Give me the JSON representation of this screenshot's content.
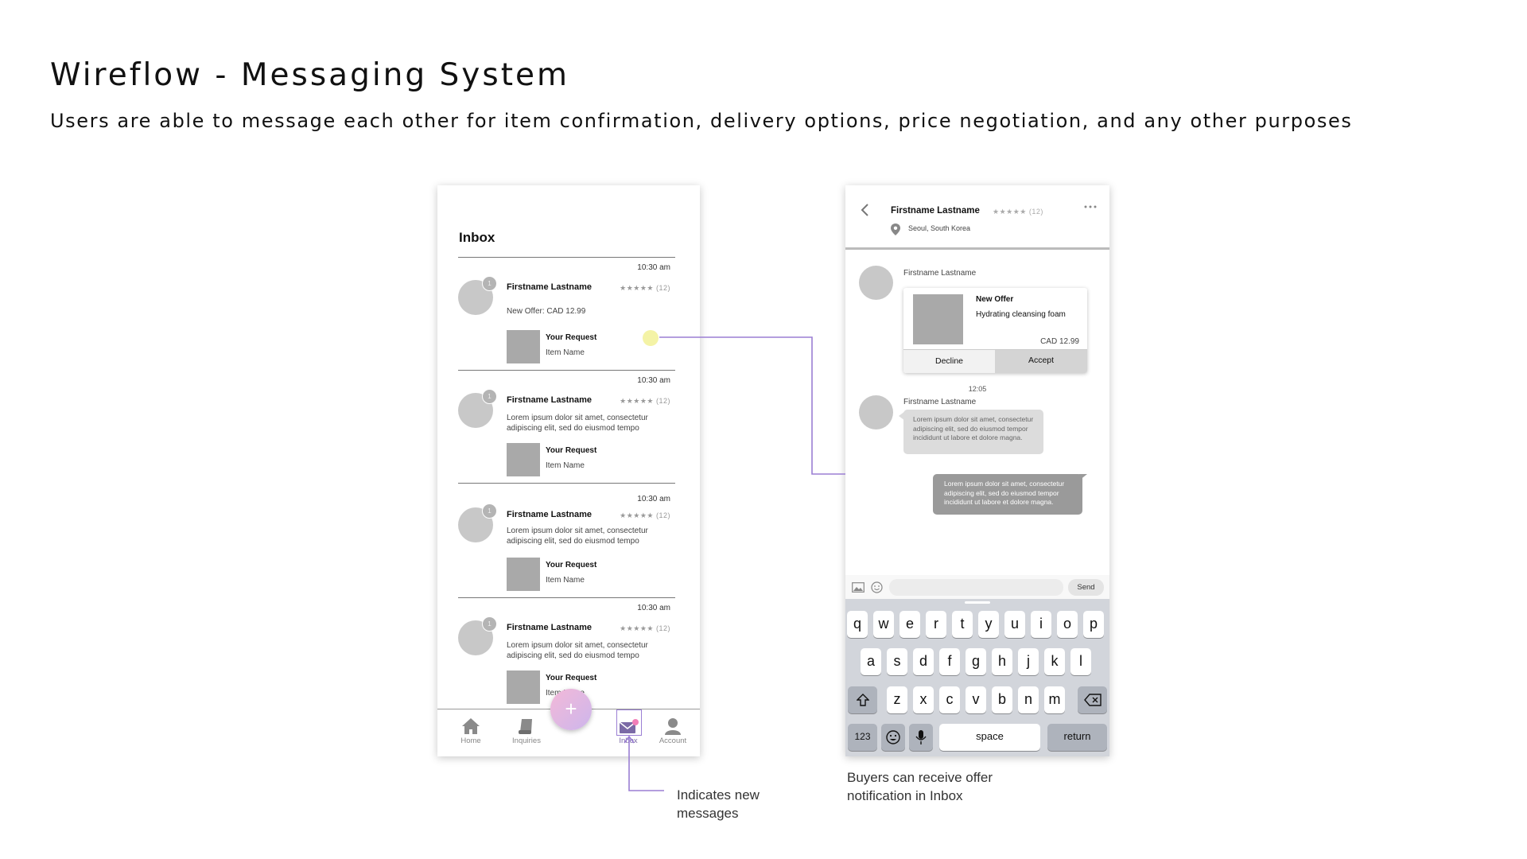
{
  "page": {
    "title": "Wireflow - Messaging System",
    "subtitle": "Users are able to message each other for item confirmation, delivery options, price negotiation, and any other purposes"
  },
  "colors": {
    "accent_line": "#9b7fd4",
    "highlight_dot": "#f4f3a6",
    "fab_gradient": [
      "#f3b9d8",
      "#cdb6ec"
    ]
  },
  "inbox": {
    "title": "Inbox",
    "messages": [
      {
        "time": "10:30 am",
        "badge": "1",
        "name": "Firstname Lastname",
        "rating": "★★★★★ (12)",
        "preview": "New Offer: CAD 12.99",
        "request_title": "Your Request",
        "request_item": "Item Name"
      },
      {
        "time": "10:30 am",
        "badge": "1",
        "name": "Firstname Lastname",
        "rating": "★★★★★ (12)",
        "preview": "Lorem ipsum dolor sit amet, consectetur adipiscing elit, sed do eiusmod tempo",
        "request_title": "Your Request",
        "request_item": "Item Name"
      },
      {
        "time": "10:30 am",
        "badge": "1",
        "name": "Firstname Lastname",
        "rating": "★★★★★ (12)",
        "preview": "Lorem ipsum dolor sit amet, consectetur adipiscing elit, sed do eiusmod tempo",
        "request_title": "Your Request",
        "request_item": "Item Name"
      },
      {
        "time": "10:30 am",
        "badge": "1",
        "name": "Firstname Lastname",
        "rating": "★★★★★ (12)",
        "preview": "Lorem ipsum dolor sit amet, consectetur adipiscing elit, sed do eiusmod tempo",
        "request_title": "Your Request",
        "request_item": "Item Name"
      }
    ],
    "fab_label": "+",
    "nav": [
      {
        "label": "Home",
        "icon": "home-icon"
      },
      {
        "label": "Inquiries",
        "icon": "inquiries-icon"
      },
      {
        "label": "Inbox",
        "icon": "inbox-mail-icon"
      },
      {
        "label": "Account",
        "icon": "account-icon"
      }
    ]
  },
  "chat": {
    "back_icon": "chevron-left-icon",
    "name": "Firstname Lastname",
    "rating": "★★★★★ (12)",
    "more_icon": "more-horizontal-icon",
    "location": "Seoul, South Korea",
    "offer_sender": "Firstname Lastname",
    "offer": {
      "title": "New Offer",
      "item": "Hydrating cleansing foam",
      "price": "CAD 12.99",
      "decline_label": "Decline",
      "accept_label": "Accept"
    },
    "time_divider": "12:05",
    "incoming_sender": "Firstname Lastname",
    "incoming_text": "Lorem ipsum dolor sit amet, consectetur adipiscing elit, sed do eiusmod tempor incididunt ut labore et dolore magna.",
    "outgoing_text": "Lorem ipsum dolor sit amet, consectetur adipiscing elit, sed do eiusmod tempor incididunt ut labore et dolore magna.",
    "send_label": "Send",
    "keyboard": {
      "row1": [
        "q",
        "w",
        "e",
        "r",
        "t",
        "y",
        "u",
        "i",
        "o",
        "p"
      ],
      "row2": [
        "a",
        "s",
        "d",
        "f",
        "g",
        "h",
        "j",
        "k",
        "l"
      ],
      "row3": [
        "z",
        "x",
        "c",
        "v",
        "b",
        "n",
        "m"
      ],
      "numbers_label": "123",
      "space_label": "space",
      "return_label": "return"
    }
  },
  "annotations": {
    "new_messages": "Indicates new messages",
    "offer_notification": "Buyers can receive offer notification in Inbox"
  }
}
